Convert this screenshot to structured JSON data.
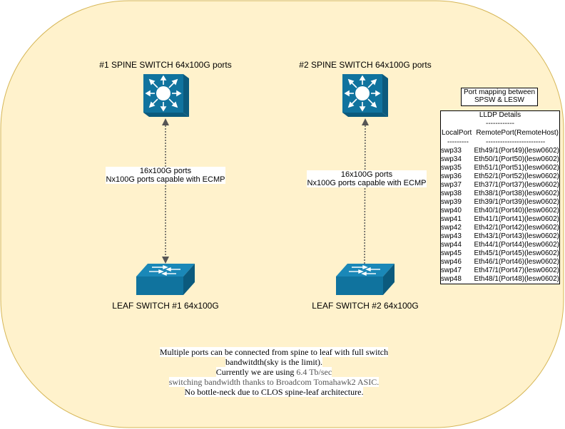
{
  "colors": {
    "background_shape": "#fff2cc",
    "shape_border": "#d6b656",
    "device": "#10739e",
    "link": "#555555"
  },
  "spines": [
    {
      "title": "#1 SPINE SWITCH 64x100G ports",
      "icon": "layer3-switch-icon"
    },
    {
      "title": "#2 SPINE SWITCH 64x100G ports",
      "icon": "layer3-switch-icon"
    }
  ],
  "leaves": [
    {
      "title": "LEAF SWITCH #1 64x100G",
      "icon": "switch-icon"
    },
    {
      "title": "LEAF SWITCH #2 64x100G",
      "icon": "switch-icon"
    }
  ],
  "links": [
    {
      "line1": "16x100G ports",
      "line2": "Nx100G ports capable with ECMP"
    },
    {
      "line1": "16x100G ports",
      "line2": "Nx100G ports capable with ECMP"
    }
  ],
  "mapping": {
    "line1": "Port mapping between",
    "line2": "SPSW & LESW"
  },
  "lldp": {
    "title": "LLDP Details",
    "sep": "------------",
    "col_local": "LocalPort",
    "col_remote": "RemotePort(RemoteHost)",
    "sep_local": "---------",
    "sep_remote": "-------------------------",
    "rows": [
      {
        "local": "swp33",
        "remote": "Eth49/1(Port49)(lesw0602)"
      },
      {
        "local": "swp34",
        "remote": "Eth50/1(Port50)(lesw0602)"
      },
      {
        "local": "swp35",
        "remote": "Eth51/1(Port51)(lesw0602)"
      },
      {
        "local": "swp36",
        "remote": "Eth52/1(Port52)(lesw0602)"
      },
      {
        "local": "swp37",
        "remote": "Eth37/1(Port37)(lesw0602)"
      },
      {
        "local": "swp38",
        "remote": "Eth38/1(Port38)(lesw0602)"
      },
      {
        "local": "swp39",
        "remote": "Eth39/1(Port39)(lesw0602)"
      },
      {
        "local": "swp40",
        "remote": "Eth40/1(Port40)(lesw0602)"
      },
      {
        "local": "swp41",
        "remote": "Eth41/1(Port41)(lesw0602)"
      },
      {
        "local": "swp42",
        "remote": "Eth42/1(Port42)(lesw0602)"
      },
      {
        "local": "swp43",
        "remote": "Eth43/1(Port43)(lesw0602)"
      },
      {
        "local": "swp44",
        "remote": "Eth44/1(Port44)(lesw0602)"
      },
      {
        "local": "swp45",
        "remote": "Eth45/1(Port45)(lesw0602)"
      },
      {
        "local": "swp46",
        "remote": "Eth46/1(Port46)(lesw0602)"
      },
      {
        "local": "swp47",
        "remote": "Eth47/1(Port47)(lesw0602)"
      },
      {
        "local": "swp48",
        "remote": "Eth48/1(Port48)(lesw0602)"
      }
    ]
  },
  "note": {
    "line1": "Multiple ports can be connected from spine to leaf with full switch",
    "line2": "bandwitdth(sky is the limit).",
    "line3a": "Currently we are using ",
    "line3b": "6.4 Tb/sec",
    "line4": "switching  bandwidth thanks to Broadcom Tomahawk2 ASIC.",
    "line5": "No bottle-neck due to CLOS spine-leaf architecture."
  }
}
